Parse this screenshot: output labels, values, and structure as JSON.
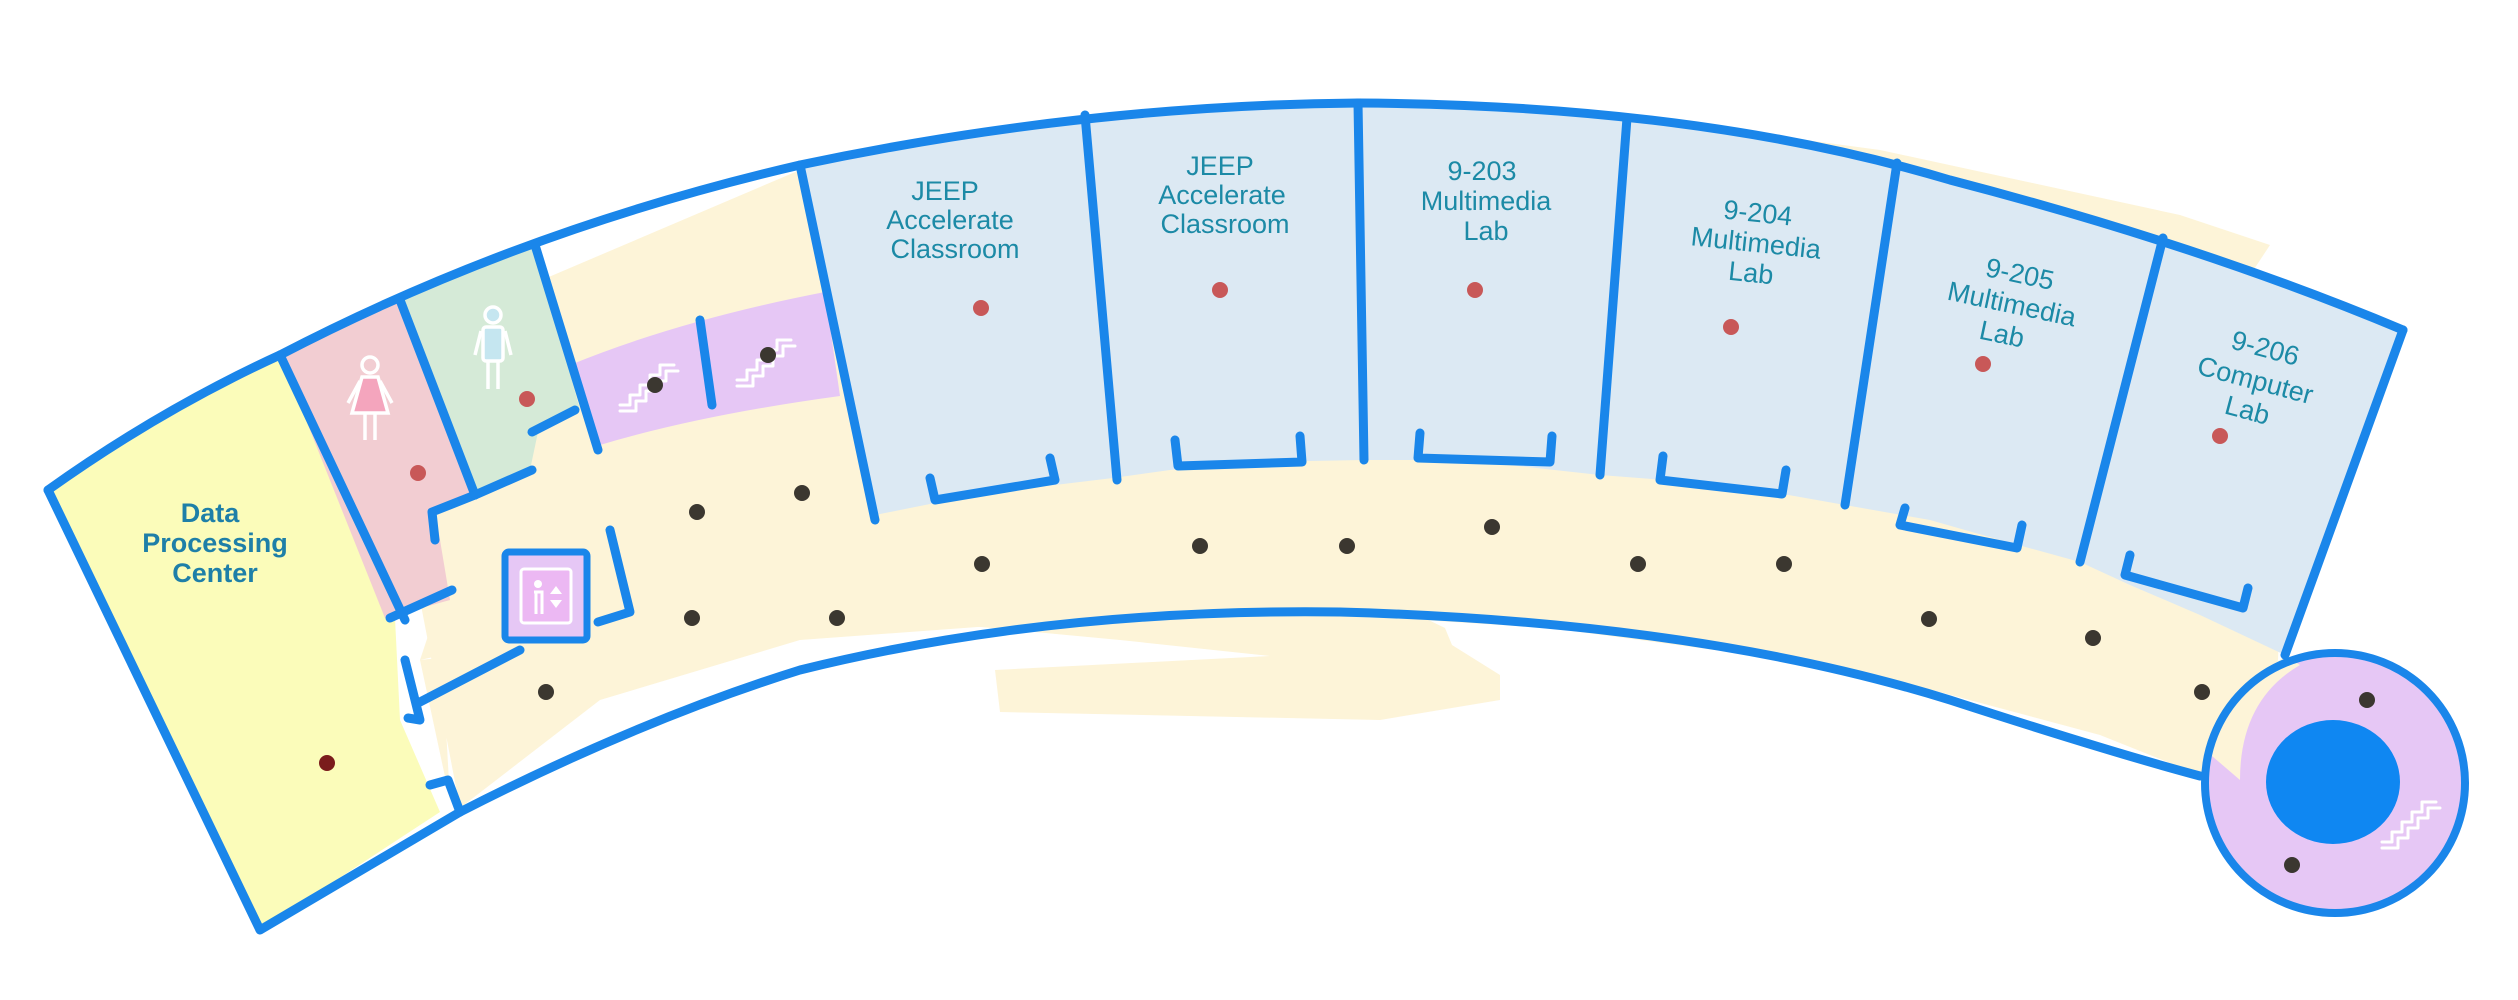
{
  "floor_map": {
    "rooms": [
      {
        "id": "data-processing-center",
        "lines": [
          "Data",
          "Processing",
          "Center"
        ],
        "fill": "#fbfcba"
      },
      {
        "id": "womens-restroom",
        "lines": [],
        "fill": "#f2cdd2",
        "icon": "female-restroom-icon"
      },
      {
        "id": "mens-restroom",
        "lines": [],
        "fill": "#d5ead7",
        "icon": "male-restroom-icon"
      },
      {
        "id": "jeep-classroom-1",
        "lines": [
          "JEEP",
          "Accelerate",
          "Classroom"
        ],
        "fill": "#dce9f3"
      },
      {
        "id": "jeep-classroom-2",
        "lines": [
          "JEEP",
          "Accelerate",
          "Classroom"
        ],
        "fill": "#dce9f3"
      },
      {
        "id": "9-203",
        "lines": [
          "9-203",
          "Multimedia",
          "Lab"
        ],
        "fill": "#dce9f3"
      },
      {
        "id": "9-204",
        "lines": [
          "9-204",
          "Multimedia",
          "Lab"
        ],
        "fill": "#dce9f3"
      },
      {
        "id": "9-205",
        "lines": [
          "9-205",
          "Multimedia",
          "Lab"
        ],
        "fill": "#dce9f3"
      },
      {
        "id": "9-206",
        "lines": [
          "9-206",
          "Computer",
          "Lab"
        ],
        "fill": "#dce9f3"
      }
    ],
    "icons": [
      "female-restroom-icon",
      "male-restroom-icon",
      "stairs-icon",
      "elevator-icon"
    ],
    "colors": {
      "wall": "#1a86ea",
      "corridor": "#fdf4d8",
      "classroom": "#dce9f3",
      "stairs": "#e6c7f5",
      "data_center": "#fbfcba",
      "womens_restroom": "#f2cdd2",
      "mens_restroom": "#d5ead7",
      "room_marker": "#c85858",
      "corridor_marker": "#3b3730",
      "label": "#1c8aa6"
    }
  }
}
